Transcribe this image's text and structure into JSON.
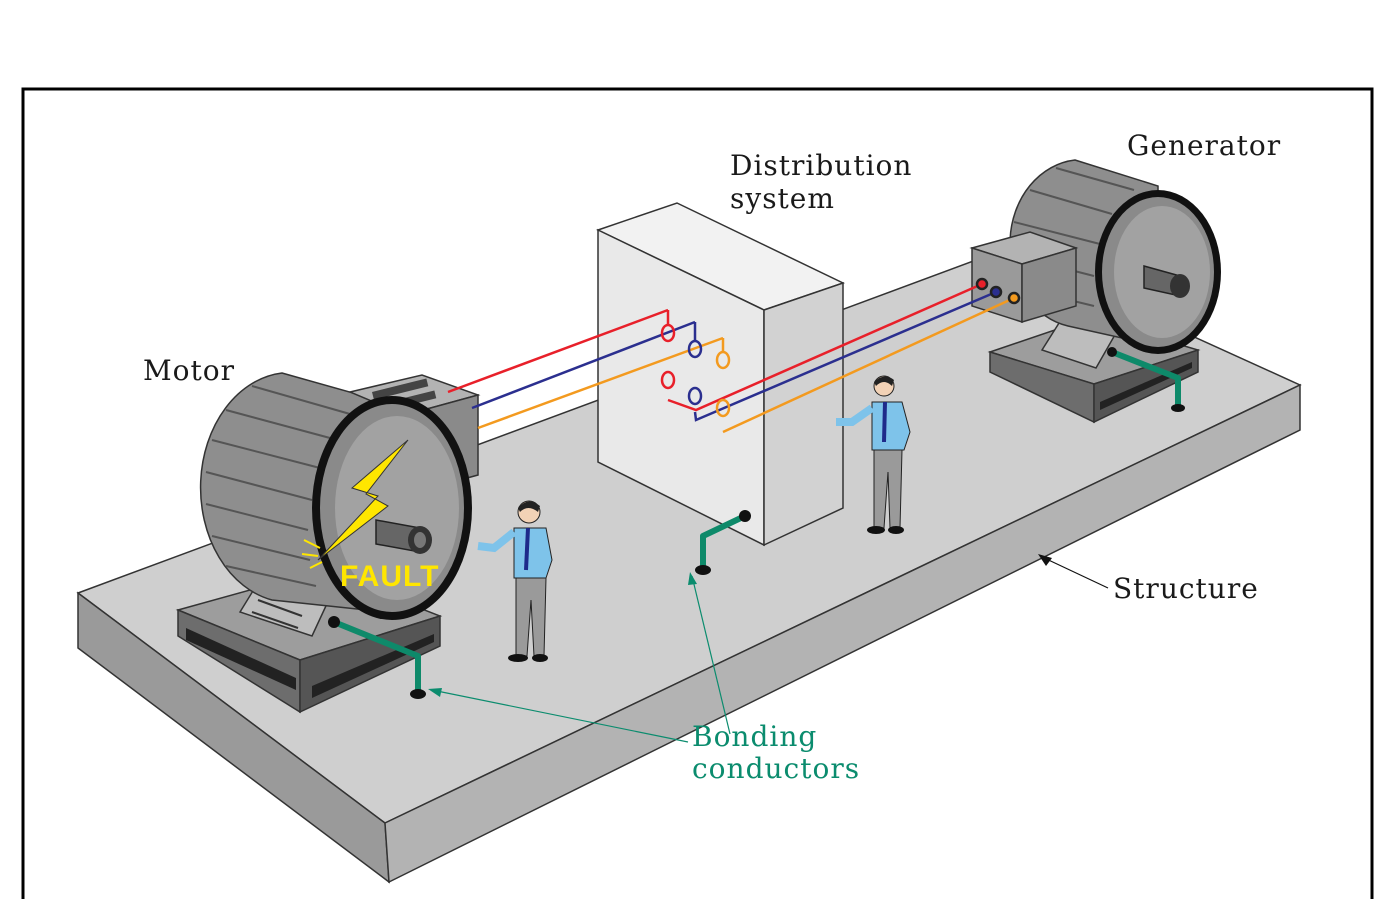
{
  "labels": {
    "motor": "Motor",
    "distribution_line1": "Distribution",
    "distribution_line2": "system",
    "generator": "Generator",
    "structure": "Structure",
    "bonding_line1": "Bonding",
    "bonding_line2": "conductors",
    "fault": "FAULT"
  },
  "colors": {
    "phase_a": "#e8202a",
    "phase_b": "#2b2f8f",
    "phase_c": "#f39a1f",
    "bonding": "#0e8a6a",
    "fault": "#ffe600",
    "shirt": "#7ec3ea",
    "slab_top": "#cfcfcf",
    "slab_side": "#9b9b9b"
  },
  "icons": {
    "fault_symbol": "lightning-bolt-icon"
  }
}
